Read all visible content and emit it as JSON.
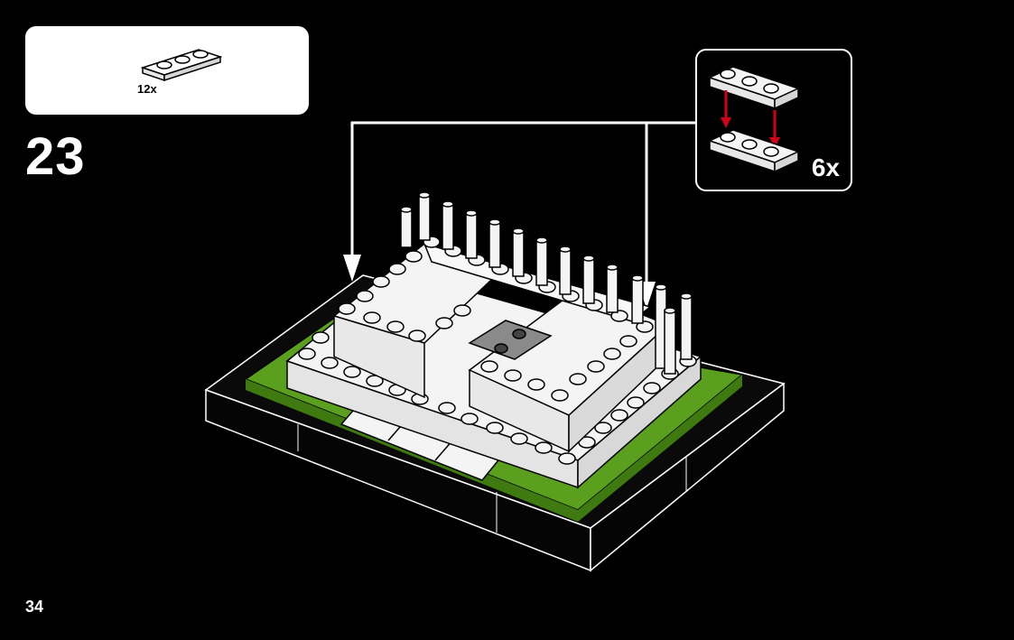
{
  "step": {
    "number": "23"
  },
  "parts_needed": {
    "quantity": "12x",
    "part": "white-1x3-plate-icon"
  },
  "callout": {
    "quantity": "6x",
    "part": "white-1x3-plate-icon",
    "arrow_color": "#d0021b"
  },
  "page": {
    "number": "34"
  },
  "colors": {
    "background": "#000000",
    "baseplate_green": "#5aa01e",
    "brick_white": "#f4f4f4",
    "tile_gray": "#8a8a8a"
  }
}
